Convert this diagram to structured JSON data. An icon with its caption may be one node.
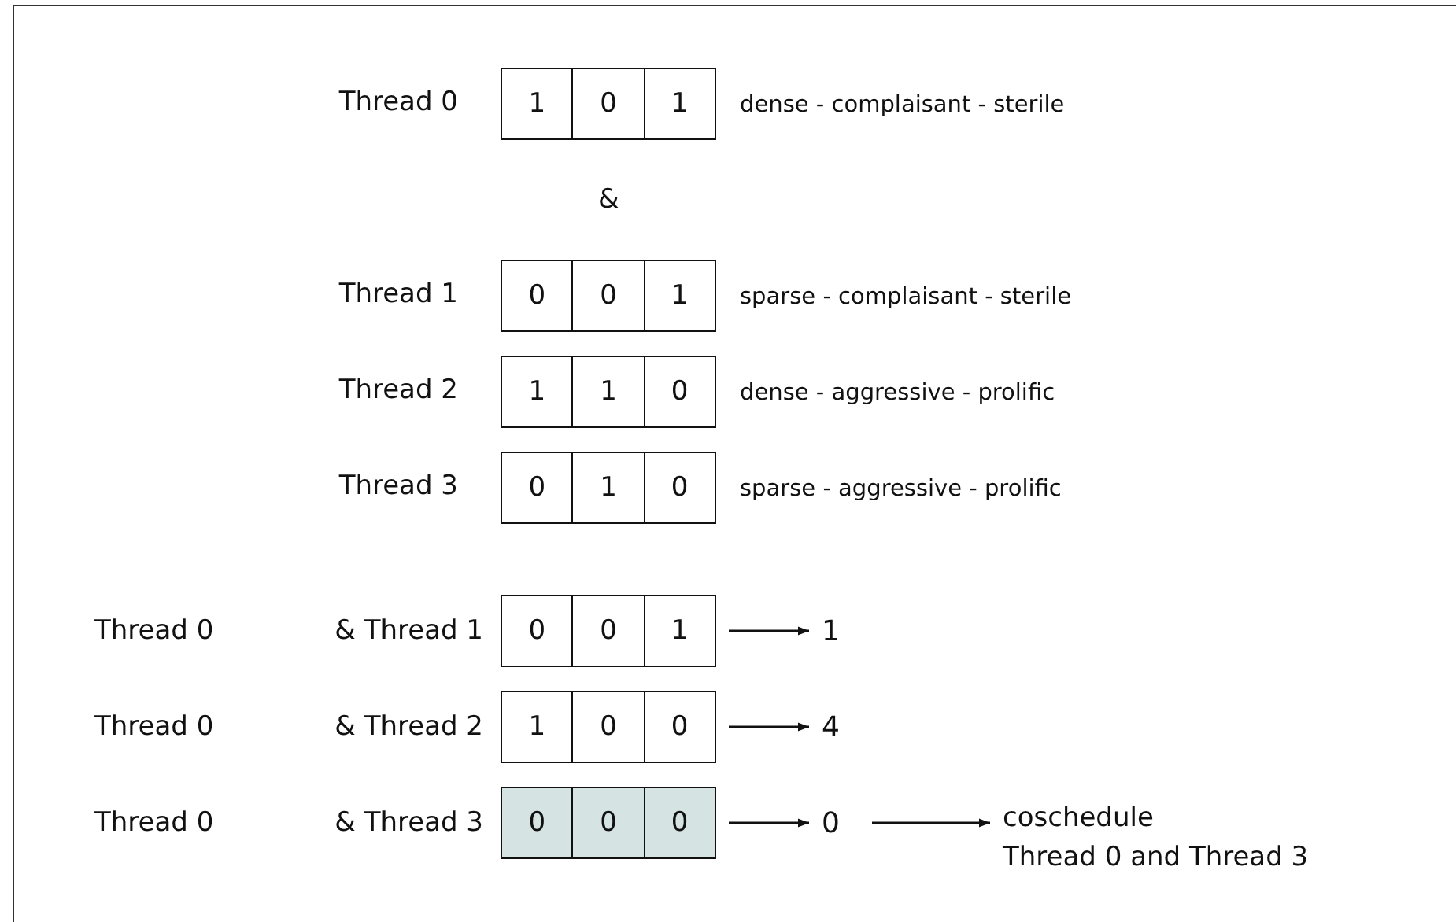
{
  "diagram": {
    "nodes": [
      {
        "text": [
          "1",
          "0",
          "1"
        ],
        "beside": [
          "Thread 0",
          "dense - complaisant - sterile"
        ]
      },
      {
        "text": [
          "0",
          "0",
          "1"
        ],
        "beside": [
          "Thread 1",
          "sparse - complaisant - sterile"
        ]
      },
      {
        "text": [
          "1",
          "1",
          "0"
        ],
        "beside": [
          "Thread 2",
          "dense - aggressive - prolific"
        ]
      },
      {
        "text": [
          "0",
          "1",
          "0"
        ],
        "beside": [
          "Thread 3",
          "sparse - aggressive - prolific"
        ]
      },
      {
        "text": [
          "0",
          "0",
          "1"
        ],
        "beside": [
          "& Thread 1"
        ]
      },
      {
        "text": [
          "1",
          "0",
          "0"
        ],
        "beside": [
          "& Thread 2"
        ]
      },
      {
        "text": [
          "0",
          "0",
          "0"
        ],
        "beside": [
          "& Thread 3"
        ]
      },
      {
        "text": [
          "1"
        ]
      },
      {
        "text": [
          "4"
        ]
      },
      {
        "text": [
          "0"
        ]
      },
      {
        "text": [
          "coschedule",
          "Thread 0 and Thread 3"
        ]
      }
    ],
    "edges": [
      {
        "from": 4,
        "to": 7,
        "arrow": "to"
      },
      {
        "from": 5,
        "to": 8,
        "arrow": "to"
      },
      {
        "from": 6,
        "to": 9,
        "arrow": "to"
      },
      {
        "from": 9,
        "to": 10,
        "arrow": "to"
      }
    ],
    "labels": [
      "&",
      "Thread 0",
      "Thread 0",
      "Thread 0"
    ]
  }
}
